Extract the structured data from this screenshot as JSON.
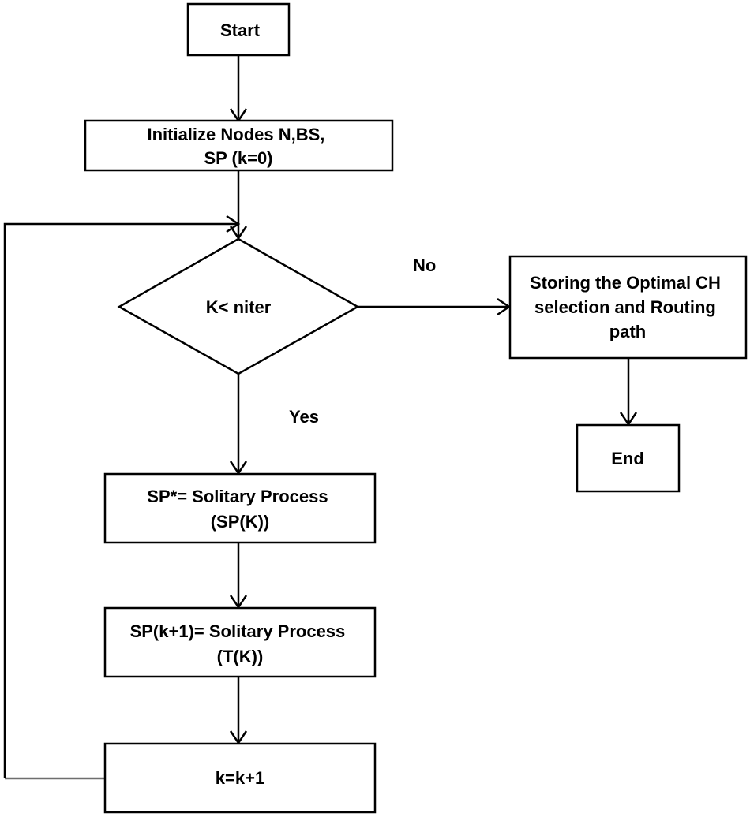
{
  "nodes": {
    "start": {
      "lines": [
        "Start"
      ]
    },
    "init": {
      "lines": [
        "Initialize Nodes N,BS,",
        "SP (k=0)"
      ]
    },
    "decision": {
      "lines": [
        "K< niter"
      ]
    },
    "store": {
      "lines": [
        "Storing the Optimal CH",
        "selection and Routing",
        "path"
      ]
    },
    "end": {
      "lines": [
        "End"
      ]
    },
    "solitary1": {
      "lines": [
        "SP*= Solitary Process",
        "(SP(K))"
      ]
    },
    "solitary2": {
      "lines": [
        "SP(k+1)= Solitary Process",
        "(T(K))"
      ]
    },
    "increment": {
      "lines": [
        "k=k+1"
      ]
    }
  },
  "edges": {
    "no_label": "No",
    "yes_label": "Yes"
  }
}
